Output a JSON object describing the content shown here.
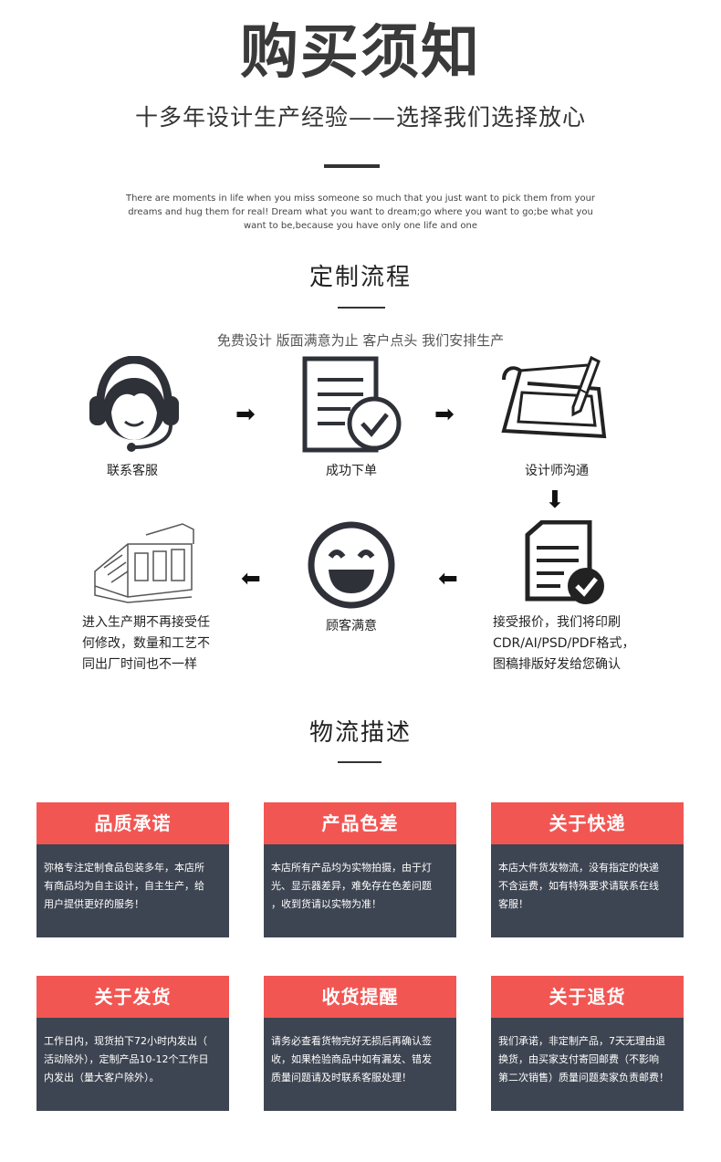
{
  "header": {
    "title": "购买须知",
    "subtitle": "十多年设计生产经验——选择我们选择放心",
    "intro_lines": [
      "There are moments in life when you miss someone so much that you just want to pick them from your",
      "dreams and hug them for real! Dream what you want to dream;go where you want to go;be what you",
      "want to be,because you have only one life and one"
    ]
  },
  "process": {
    "title": "定制流程",
    "subtitle": "免费设计 版面满意为止 客户点头 我们安排生产",
    "steps": {
      "contact": "联系客服",
      "order": "成功下单",
      "design": "设计师沟通",
      "satisfied": "顾客满意"
    },
    "quote_lines": [
      "接受报价，我们将印刷",
      "CDR/AI/PSD/PDF格式，",
      "图稿排版好发给您确认"
    ],
    "production_lines": [
      "进入生产期不再接受任",
      "何修改，数量和工艺不",
      "同出厂时间也不一样"
    ]
  },
  "logistics": {
    "title": "物流描述",
    "cards": [
      {
        "title": "品质承诺",
        "lines": [
          "弥格专注定制食品包装多年，本店所",
          "有商品均为自主设计，自主生产，给",
          "用户提供更好的服务！"
        ]
      },
      {
        "title": "产品色差",
        "lines": [
          "本店所有产品均为实物拍摄，由于灯",
          "光、显示器差异，难免存在色差问题",
          "，收到货请以实物为准！"
        ]
      },
      {
        "title": "关于快递",
        "lines": [
          "本店大件货发物流，没有指定的快递",
          "不含运费，如有特殊要求请联系在线",
          "客服！"
        ]
      },
      {
        "title": "关于发货",
        "lines": [
          "工作日内，现货拍下72小时内发出（",
          "活动除外），定制产品10-12个工作日",
          "内发出（量大客户除外）。"
        ]
      },
      {
        "title": "收货提醒",
        "lines": [
          "请务必查看货物完好无损后再确认签",
          "收，如果检验商品中如有漏发、错发",
          "质量问题请及时联系客服处理！"
        ]
      },
      {
        "title": "关于退货",
        "lines": [
          "我们承诺，非定制产品，7天无理由退",
          "换货，由买家支付寄回邮费（不影响",
          "第二次销售）质量问题卖家负责邮费！"
        ]
      }
    ]
  },
  "colors": {
    "accent_red": "#f25653",
    "card_dark": "#3e4552",
    "text_dark": "#222222"
  }
}
